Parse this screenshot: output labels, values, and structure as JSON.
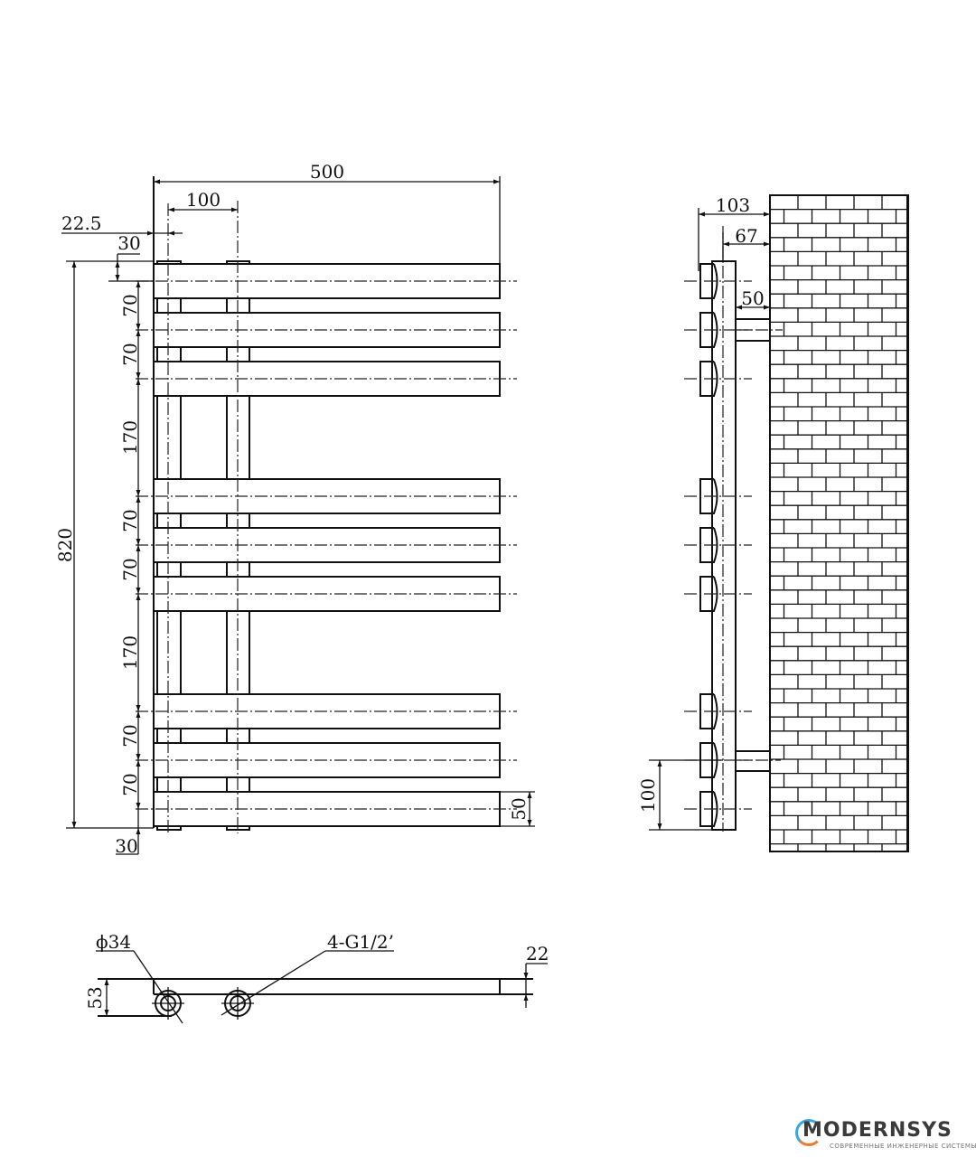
{
  "front_view": {
    "dim_width": "500",
    "dim_collector_spacing": "100",
    "dim_offset_left": "22.5",
    "dim_top": "30",
    "dim_height": "820",
    "dim_bottom": "30",
    "dim_bar_height": "50",
    "segment_dims": [
      "70",
      "70",
      "170",
      "70",
      "70",
      "170",
      "70",
      "70"
    ]
  },
  "side_view": {
    "dim_total_depth": "103",
    "dim_axis_to_wall": "67",
    "dim_wall_gap": "50",
    "dim_bracket_height": "100"
  },
  "bottom_view": {
    "dim_diameter": "ϕ34",
    "dim_connections": "4-G1/2’",
    "dim_depth": "53",
    "dim_bar_thickness": "22"
  },
  "logo": {
    "name": "MODERNSYS",
    "tagline": "СОВРЕМЕННЫЕ ИНЖЕНЕРНЫЕ СИСТЕМЫ"
  }
}
